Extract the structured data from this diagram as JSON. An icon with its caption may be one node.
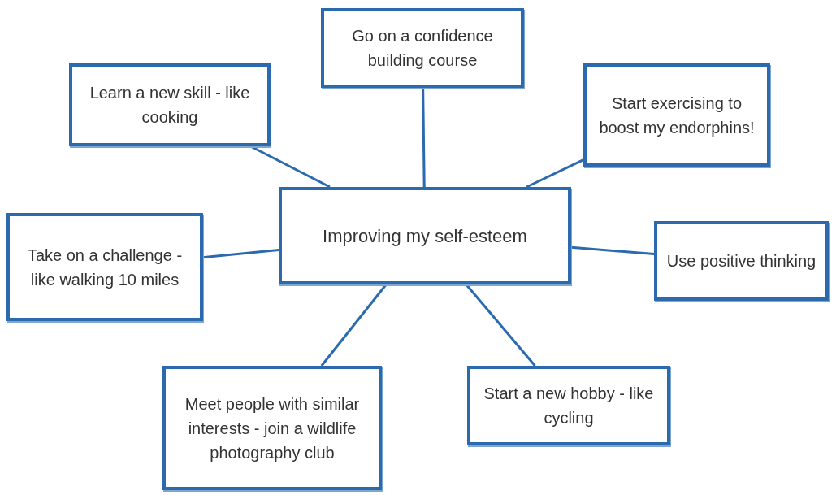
{
  "diagram": {
    "nodes": [
      {
        "text": [
          "Improving my self-esteem"
        ]
      },
      {
        "text": [
          "Go on a confidence building course"
        ]
      },
      {
        "text": [
          "Learn a new skill - like cooking"
        ]
      },
      {
        "text": [
          "Start exercising to boost my endorphins!"
        ]
      },
      {
        "text": [
          "Take on a challenge - like walking 10 miles"
        ]
      },
      {
        "text": [
          "Use positive thinking"
        ]
      },
      {
        "text": [
          "Meet people with similar interests - join a wildlife photography club"
        ]
      },
      {
        "text": [
          "Start a new hobby - like cycling"
        ]
      }
    ],
    "edges": [
      {
        "from": 0,
        "to": 1,
        "arrow": "none"
      },
      {
        "from": 0,
        "to": 2,
        "arrow": "none"
      },
      {
        "from": 0,
        "to": 3,
        "arrow": "none"
      },
      {
        "from": 0,
        "to": 4,
        "arrow": "none"
      },
      {
        "from": 0,
        "to": 5,
        "arrow": "none"
      },
      {
        "from": 0,
        "to": 6,
        "arrow": "none"
      },
      {
        "from": 0,
        "to": 7,
        "arrow": "none"
      }
    ]
  }
}
